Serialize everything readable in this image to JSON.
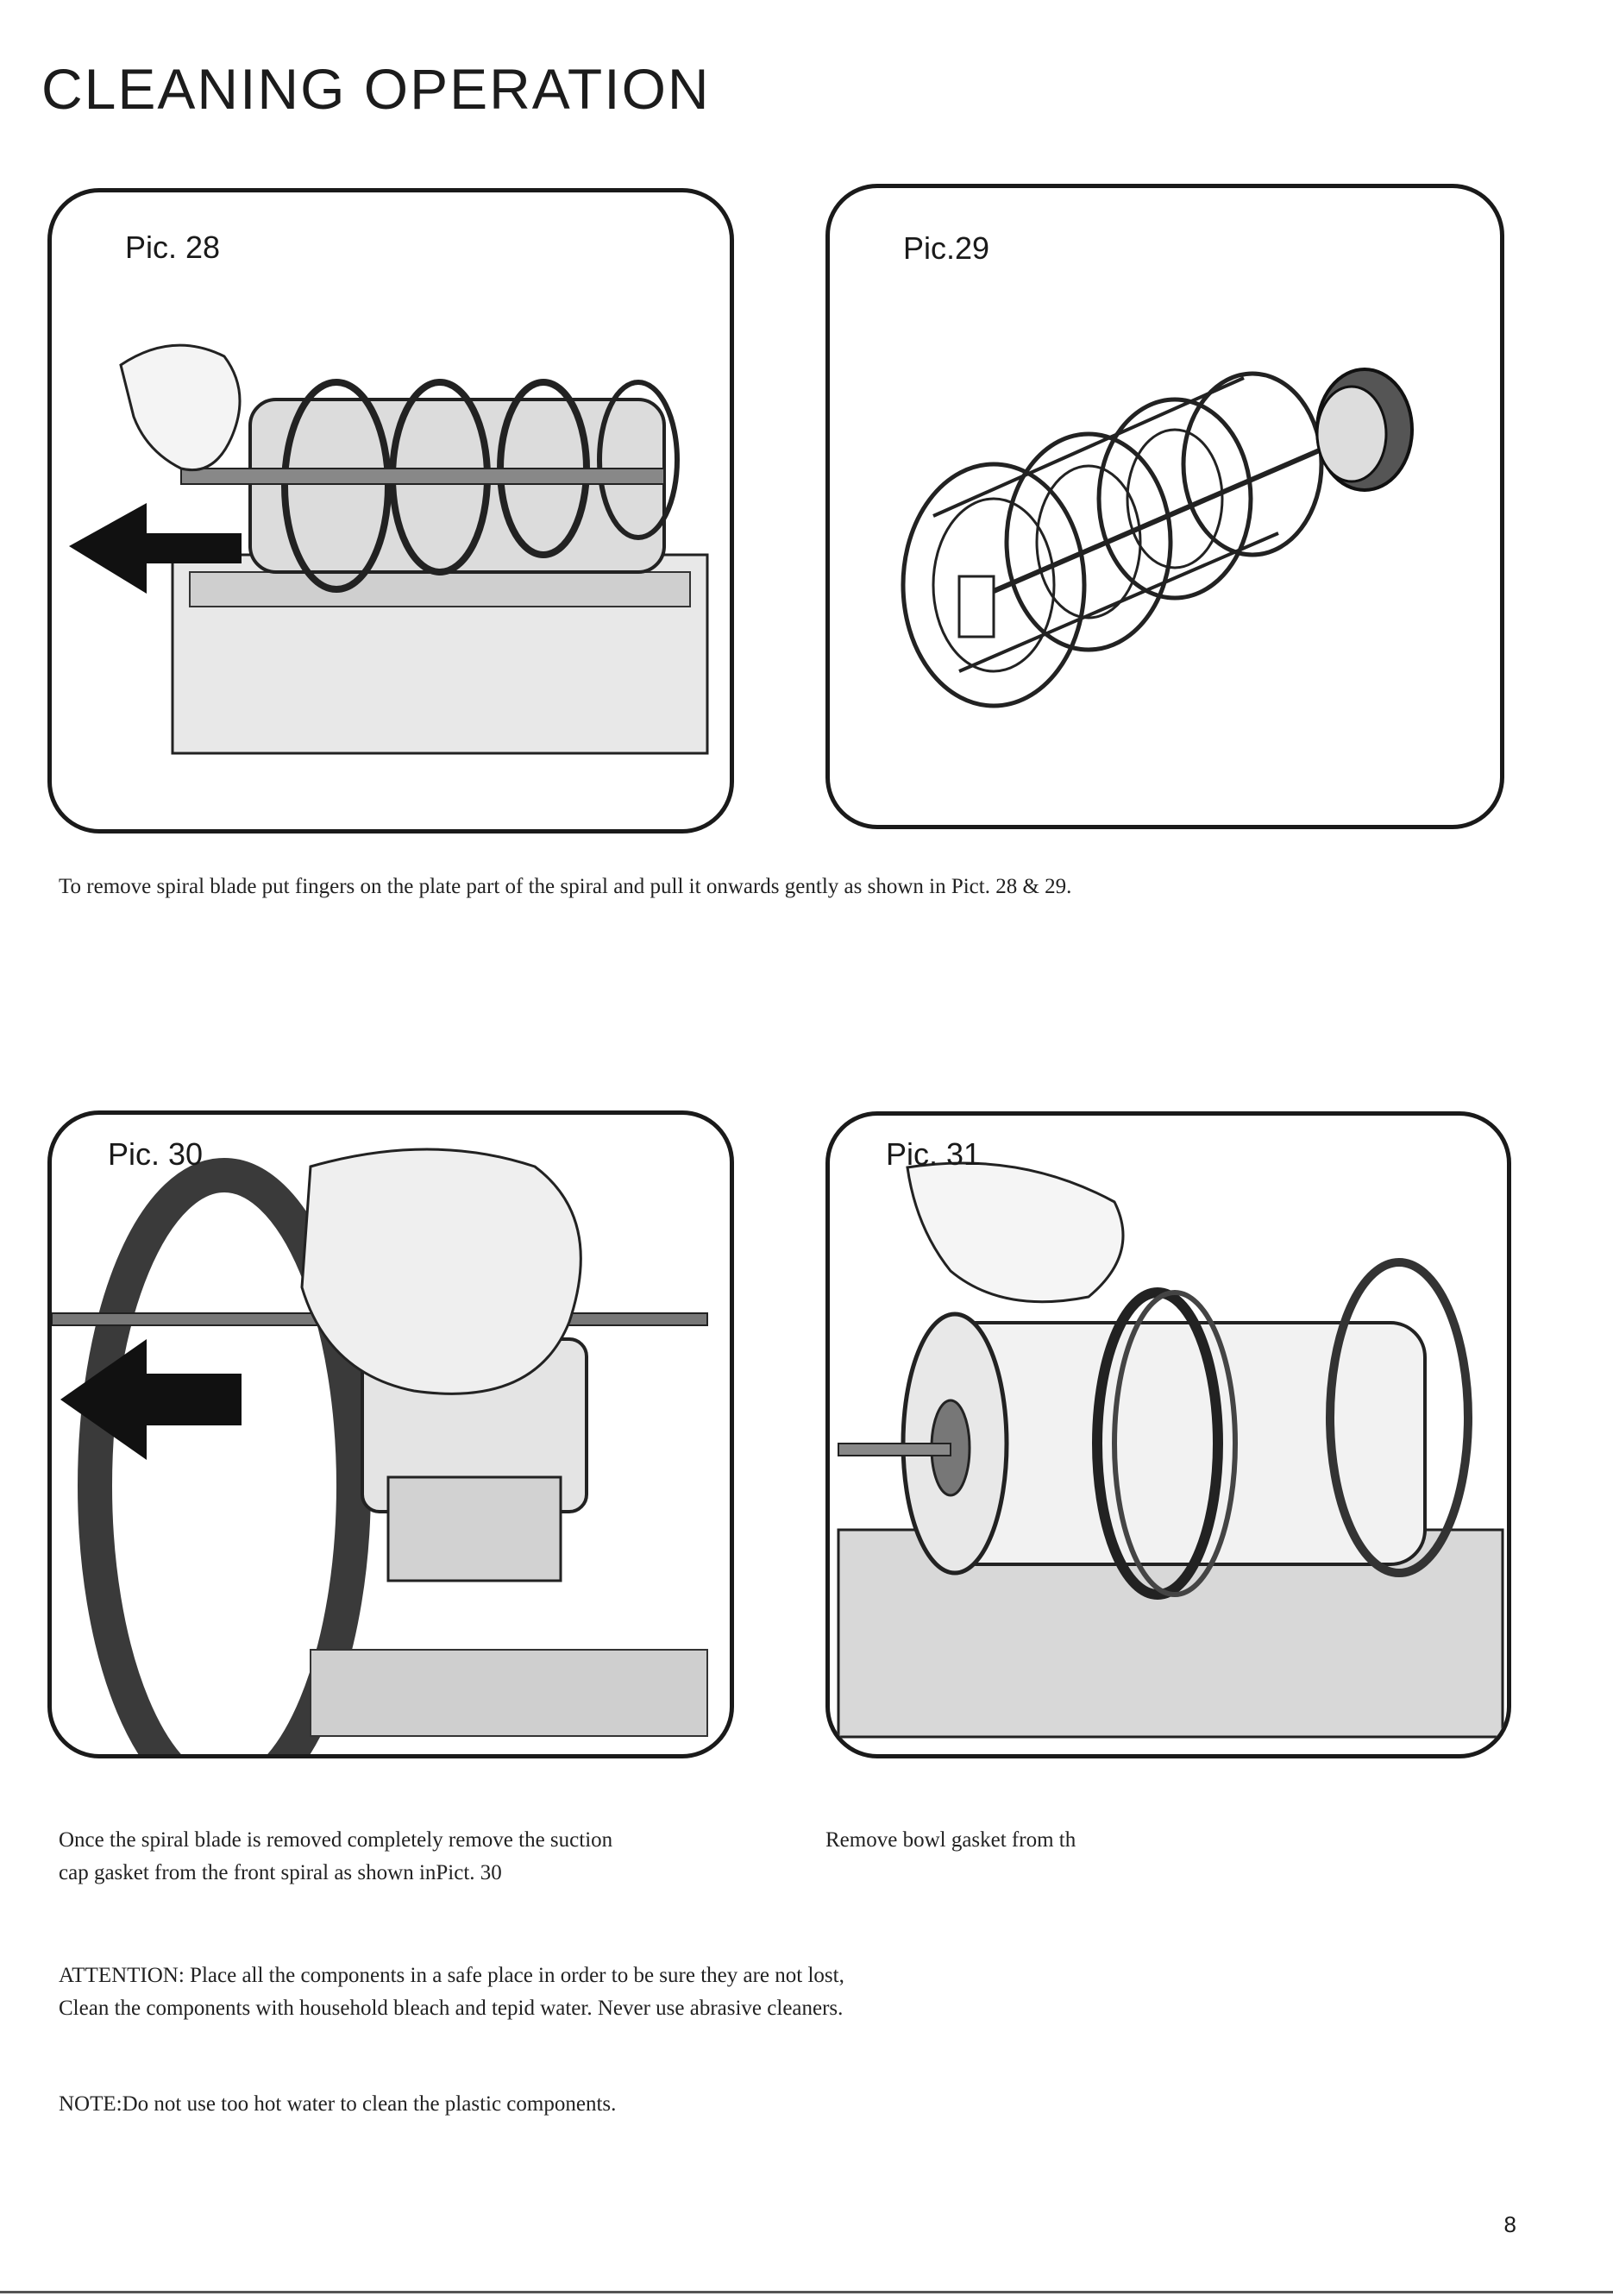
{
  "header": {
    "title": "CLEANING OPERATION"
  },
  "panels": [
    {
      "label": "Pic. 28"
    },
    {
      "label": "Pic.29"
    },
    {
      "label": "Pic. 30"
    },
    {
      "label": "Pic. 31"
    }
  ],
  "captions": {
    "spiral_removal": "To remove spiral blade put fingers on the plate part of the spiral and pull it onwards gently as shown in Pict. 28 & 29.",
    "suction_cap_line1": "Once the spiral blade is removed completely   remove   the suction",
    "suction_cap_line2": "cap gasket from the front spiral as shown inPict. 30",
    "bowl_gasket": "Remove bowl gasket from th",
    "attention_line1": "ATTENTION: Place all the components in a safe place in order to be sure they are not lost,",
    "attention_line2": "Clean the components with household bleach and tepid water. Never use abrasive cleaners.",
    "note": "NOTE:Do not use too hot water to clean the plastic components."
  },
  "footer": {
    "page_number": "8"
  },
  "icons": {
    "arrow": "arrow-left-icon"
  },
  "colors": {
    "ink": "#1a1a1a",
    "paper": "#ffffff"
  }
}
